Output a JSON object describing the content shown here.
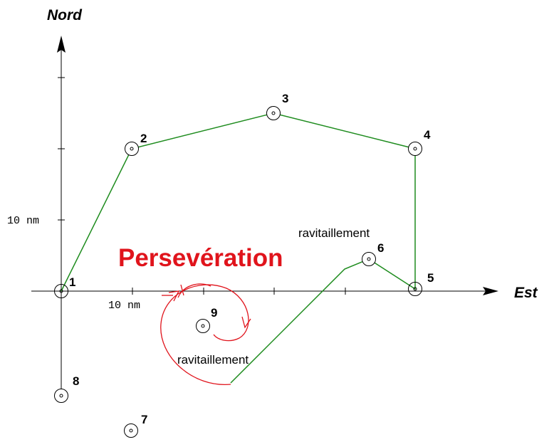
{
  "axes": {
    "north_label": "Nord",
    "east_label": "Est",
    "y_scale_label": "10 nm",
    "x_scale_label": "10 nm"
  },
  "waypoints": [
    {
      "id": "1"
    },
    {
      "id": "2"
    },
    {
      "id": "3"
    },
    {
      "id": "4"
    },
    {
      "id": "5"
    },
    {
      "id": "6"
    },
    {
      "id": "7"
    },
    {
      "id": "8"
    },
    {
      "id": "9"
    }
  ],
  "annotations": {
    "refuel_top": "ravitaillement",
    "refuel_bottom": "ravitaillement",
    "title": "Persevération"
  },
  "colors": {
    "route": "#1e8c1e",
    "orbit": "#e0141c",
    "axis": "#000000"
  }
}
